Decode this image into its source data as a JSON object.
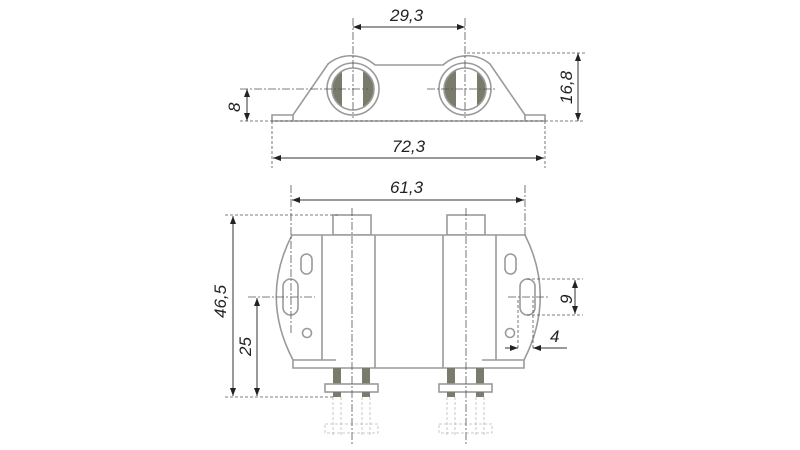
{
  "top_view": {
    "dim_centers": "29,3",
    "dim_height": "16,8",
    "dim_axis_height": "8",
    "dim_width": "72,3"
  },
  "front_view": {
    "dim_width": "61,3",
    "dim_height": "46,5",
    "dim_slot_height": "25",
    "dim_slot_length": "9",
    "dim_slot_width": "4"
  },
  "colors": {
    "line": "#9a9a9a",
    "insert": "#7b7b6b"
  }
}
